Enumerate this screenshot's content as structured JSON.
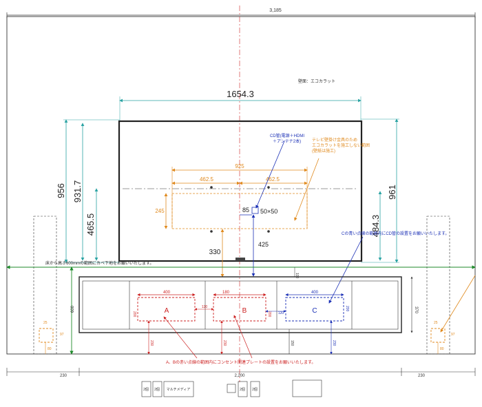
{
  "dims": {
    "top_width": "3,185",
    "tv_width": "1654.3",
    "tv_height_left": "956",
    "tv_height_inner": "931.7",
    "tv_height_right": "961",
    "mount_center_height": "465.5",
    "right_lower": "484.3",
    "mount_span": "925",
    "mount_half_left": "462.5",
    "mount_half_right": "462.5",
    "mount_box_height": "245",
    "mount_gap": "330",
    "offset_85": "85",
    "cd_box": "50×50",
    "cd_height": "425",
    "board_gap": "100",
    "cab_height": "370",
    "cab_inner_height": "600",
    "box_a_width": "400",
    "box_b_width": "180",
    "box_c_width": "400",
    "box_a_height": "200",
    "box_b_height": "200",
    "box_c_height": "200",
    "ab_gap": "120",
    "bc_gap": "120",
    "a_bottom": "230",
    "b_bottom": "230",
    "center_bottom": "150",
    "c_bottom": "230",
    "side_box_w_left": "25",
    "side_box_h_left": "97",
    "side_box_b_left": "80",
    "side_box_w_right": "25",
    "side_box_h_right": "97",
    "side_box_b_right": "80",
    "bottom_left": "230",
    "bottom_center": "2,200",
    "bottom_right": "230"
  },
  "labels": {
    "wall_material": "壁面：エコカラット",
    "box_a": "A",
    "box_b": "B",
    "box_c": "C",
    "cd_note_line1": "CD管(電源＋HDMI",
    "cd_note_line2": "＋アンテナ2本)",
    "tv_note_line1": "テレビ壁掛け金具のため",
    "tv_note_line2": "エコカラットを施工しない範囲",
    "tv_note_line3": "(壁紙は施工)",
    "blue_note": "Cの青い点線の範囲内にCD管の設置をお願いいたします。",
    "green_note": "床から高さ600mmの範囲にカベ下地をお願いいたします。",
    "red_note": "A、Bの赤い点線の範囲内にコンセント関連プレートの設置をお願いいたします。"
  },
  "legend": {
    "items_left": [
      "2個",
      "2個",
      "マルチメディア"
    ],
    "items_right": [
      "2個",
      "2個"
    ]
  },
  "colors": {
    "line": "#333333",
    "orange": "#e08a1e",
    "teal": "#2aa3a3",
    "blue": "#1a2fb5",
    "red": "#cc2020",
    "green": "#1d8a2a"
  }
}
